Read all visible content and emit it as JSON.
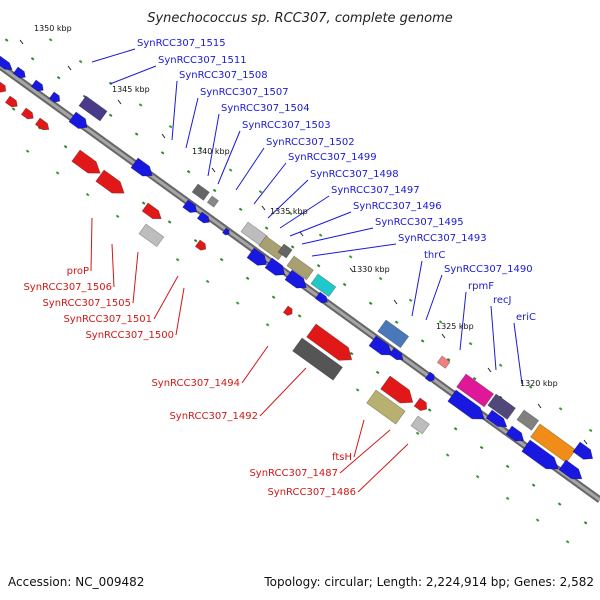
{
  "title": "Synechococcus sp. RCC307, complete genome",
  "footer": {
    "accession": "Accession: NC_009482",
    "summary": "Topology: circular; Length: 2,224,914 bp; Genes: 2,582"
  },
  "colors": {
    "forward_label": "#1a1ad6",
    "reverse_label": "#d01818",
    "backbone": "#808080"
  },
  "ticks": [
    "1350 kbp",
    "1345 kbp",
    "1340 kbp",
    "1335 kbp",
    "1330 kbp",
    "1325 kbp",
    "1320 kbp"
  ],
  "forward_genes": [
    "SynRCC307_1515",
    "SynRCC307_1511",
    "SynRCC307_1508",
    "SynRCC307_1507",
    "SynRCC307_1504",
    "SynRCC307_1503",
    "SynRCC307_1502",
    "SynRCC307_1499",
    "SynRCC307_1498",
    "SynRCC307_1497",
    "SynRCC307_1496",
    "SynRCC307_1495",
    "SynRCC307_1493",
    "thrC",
    "SynRCC307_1490",
    "rpmF",
    "recJ",
    "eriC"
  ],
  "reverse_genes": [
    "proP",
    "SynRCC307_1506",
    "SynRCC307_1505",
    "SynRCC307_1501",
    "SynRCC307_1500",
    "SynRCC307_1494",
    "SynRCC307_1492",
    "ftsH",
    "SynRCC307_1487",
    "SynRCC307_1486"
  ]
}
